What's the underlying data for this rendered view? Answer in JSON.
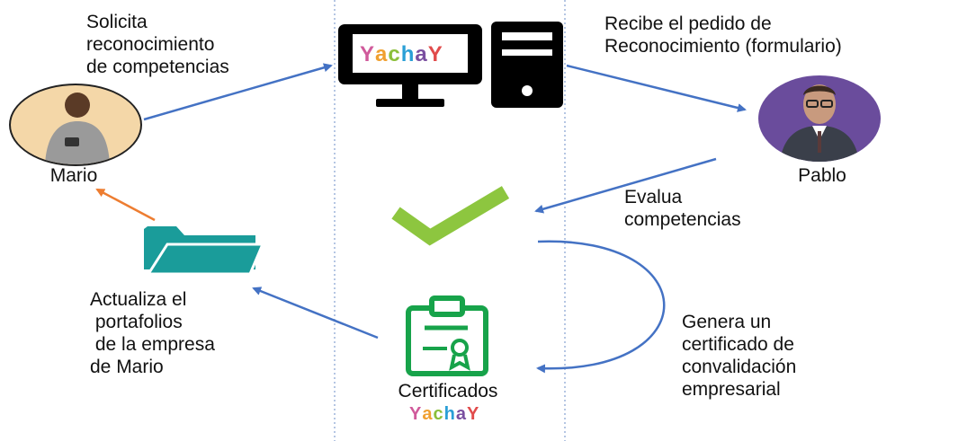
{
  "brand": {
    "letters": [
      "Y",
      "a",
      "c",
      "h",
      "a",
      "Y"
    ],
    "letter_colors": [
      "#d05a9b",
      "#f0a030",
      "#8bbf3a",
      "#2a9fd6",
      "#7a4fa0",
      "#e14b4b"
    ]
  },
  "actors": {
    "mario": {
      "name": "Mario"
    },
    "pablo": {
      "name": "Pablo"
    }
  },
  "steps": {
    "solicita": [
      "Solicita",
      "reconocimiento",
      "de competencias"
    ],
    "recibe": [
      "Recibe el pedido de",
      "Reconocimiento (formulario)"
    ],
    "evalua": [
      "Evalua",
      "competencias"
    ],
    "genera": [
      "Genera un",
      "certificado de",
      "convalidación",
      "empresarial"
    ],
    "actualiza": [
      "Actualiza el",
      " portafolios",
      " de la empresa",
      "de Mario"
    ]
  },
  "certificate": {
    "label": "Certificados"
  },
  "colors": {
    "flow_arrow": "#4472c4",
    "return_arrow": "#ed7d31",
    "check": "#8dc63f",
    "certificate": "#17a34a",
    "folder": "#1a9c9a",
    "pablo_bg": "#6a4c9c",
    "mario_bg": "#f4d7a8"
  },
  "icons": [
    "computer-monitor-icon",
    "server-tower-icon",
    "checkmark-icon",
    "certificate-icon",
    "folder-icon"
  ]
}
